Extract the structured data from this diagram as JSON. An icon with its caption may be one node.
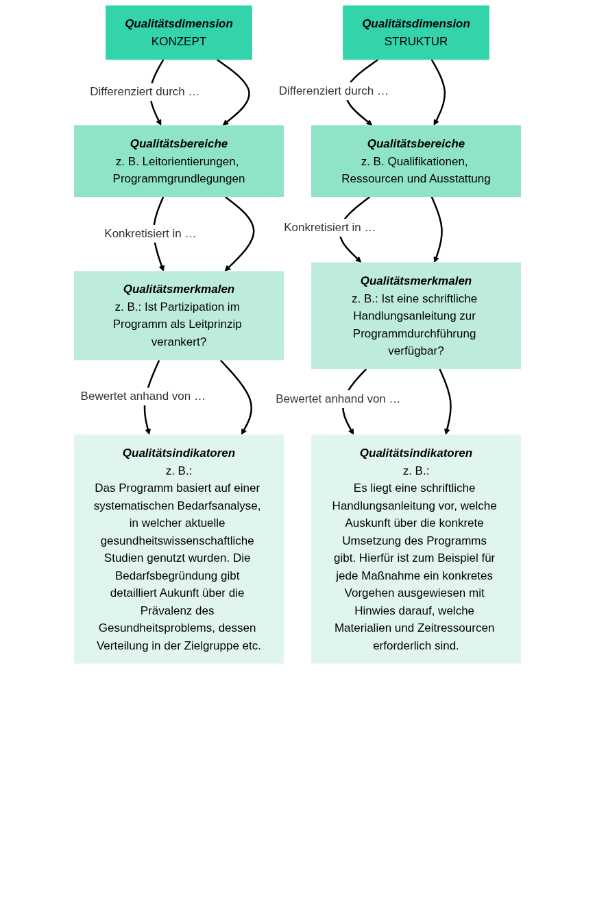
{
  "diagram": {
    "nodes": [
      {
        "text": [
          "Qualitätsdimension",
          "KONZEPT"
        ]
      },
      {
        "text": [
          "Qualitätsbereiche",
          "z. B. Leitorientierungen, Programmgrundlegungen"
        ]
      },
      {
        "text": [
          "Qualitätsmerkmalen",
          "z. B.: Ist Partizipation im Programm als Leitprinzip verankert?"
        ]
      },
      {
        "text": [
          "Qualitätsindikatoren",
          "z. B.:",
          "Das Programm basiert auf einer systematischen Bedarfsanalyse, in welcher aktuelle gesundheitswissenschaftliche Studien genutzt wurden. Die Bedarfsbegründung gibt detailliert Aukunft über die Prävalenz des Gesundheitsproblems, dessen Verteilung in der Zielgruppe etc."
        ]
      },
      {
        "text": [
          "Qualitätsdimension",
          "STRUKTUR"
        ]
      },
      {
        "text": [
          "Qualitätsbereiche",
          "z. B. Qualifikationen, Ressourcen und Ausstattung"
        ]
      },
      {
        "text": [
          "Qualitätsmerkmalen",
          "z. B.: Ist eine schriftliche Handlungsanleitung zur Programmdurchführung verfügbar?"
        ]
      },
      {
        "text": [
          "Qualitätsindikatoren",
          "z. B.:",
          "Es liegt eine schriftliche Handlungsanleitung vor, welche Auskunft über die konkrete Umsetzung des Programms gibt. Hierfür ist zum Beispiel für jede Maßnahme ein konkretes Vorgehen ausgewiesen mit Hinwies darauf, welche Materialien und Zeitressourcen erforderlich sind."
        ]
      }
    ],
    "edges": [
      {
        "from": 0,
        "to": 1,
        "arrow": "to",
        "label": "Differenziert durch …"
      },
      {
        "from": 0,
        "to": 1,
        "arrow": "to"
      },
      {
        "from": 1,
        "to": 2,
        "arrow": "to",
        "label": "Konkretisiert in …"
      },
      {
        "from": 1,
        "to": 2,
        "arrow": "to"
      },
      {
        "from": 2,
        "to": 3,
        "arrow": "to",
        "label": "Bewertet anhand von …"
      },
      {
        "from": 2,
        "to": 3,
        "arrow": "to"
      },
      {
        "from": 4,
        "to": 5,
        "arrow": "to",
        "label": "Differenziert durch …"
      },
      {
        "from": 4,
        "to": 5,
        "arrow": "to"
      },
      {
        "from": 5,
        "to": 6,
        "arrow": "to",
        "label": "Konkretisiert in …"
      },
      {
        "from": 5,
        "to": 6,
        "arrow": "to"
      },
      {
        "from": 6,
        "to": 7,
        "arrow": "to",
        "label": "Bewertet anhand von …"
      },
      {
        "from": 6,
        "to": 7,
        "arrow": "to"
      }
    ]
  }
}
